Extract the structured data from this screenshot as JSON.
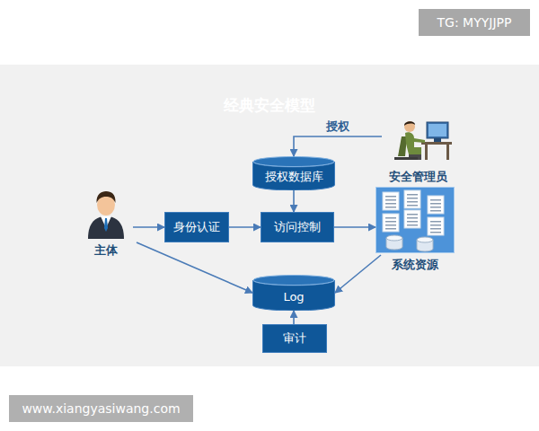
{
  "diagram": {
    "title": "经典安全模型",
    "nodes": [
      {
        "text": [
          "安全管理员"
        ]
      },
      {
        "text": [
          "授权数据库"
        ]
      },
      {
        "text": [
          "主体"
        ]
      },
      {
        "text": [
          "身份认证"
        ]
      },
      {
        "text": [
          "访问控制"
        ]
      },
      {
        "text": [
          "系统资源"
        ]
      },
      {
        "text": [
          "Log"
        ]
      },
      {
        "text": [
          "审计"
        ]
      }
    ],
    "edges": [
      {
        "from": 0,
        "to": 1,
        "label": "授权",
        "arrow": "to"
      },
      {
        "from": 1,
        "to": 4,
        "arrow": "to"
      },
      {
        "from": 2,
        "to": 3,
        "arrow": "to"
      },
      {
        "from": 3,
        "to": 4,
        "arrow": "to"
      },
      {
        "from": 4,
        "to": 5,
        "arrow": "to"
      },
      {
        "from": 2,
        "to": 6,
        "arrow": "to"
      },
      {
        "from": 5,
        "to": 6,
        "arrow": "to"
      },
      {
        "from": 7,
        "to": 6,
        "arrow": "to"
      }
    ],
    "labels": [
      "TG: MYYJJPP",
      "www.xiangyasiwang.com"
    ]
  }
}
